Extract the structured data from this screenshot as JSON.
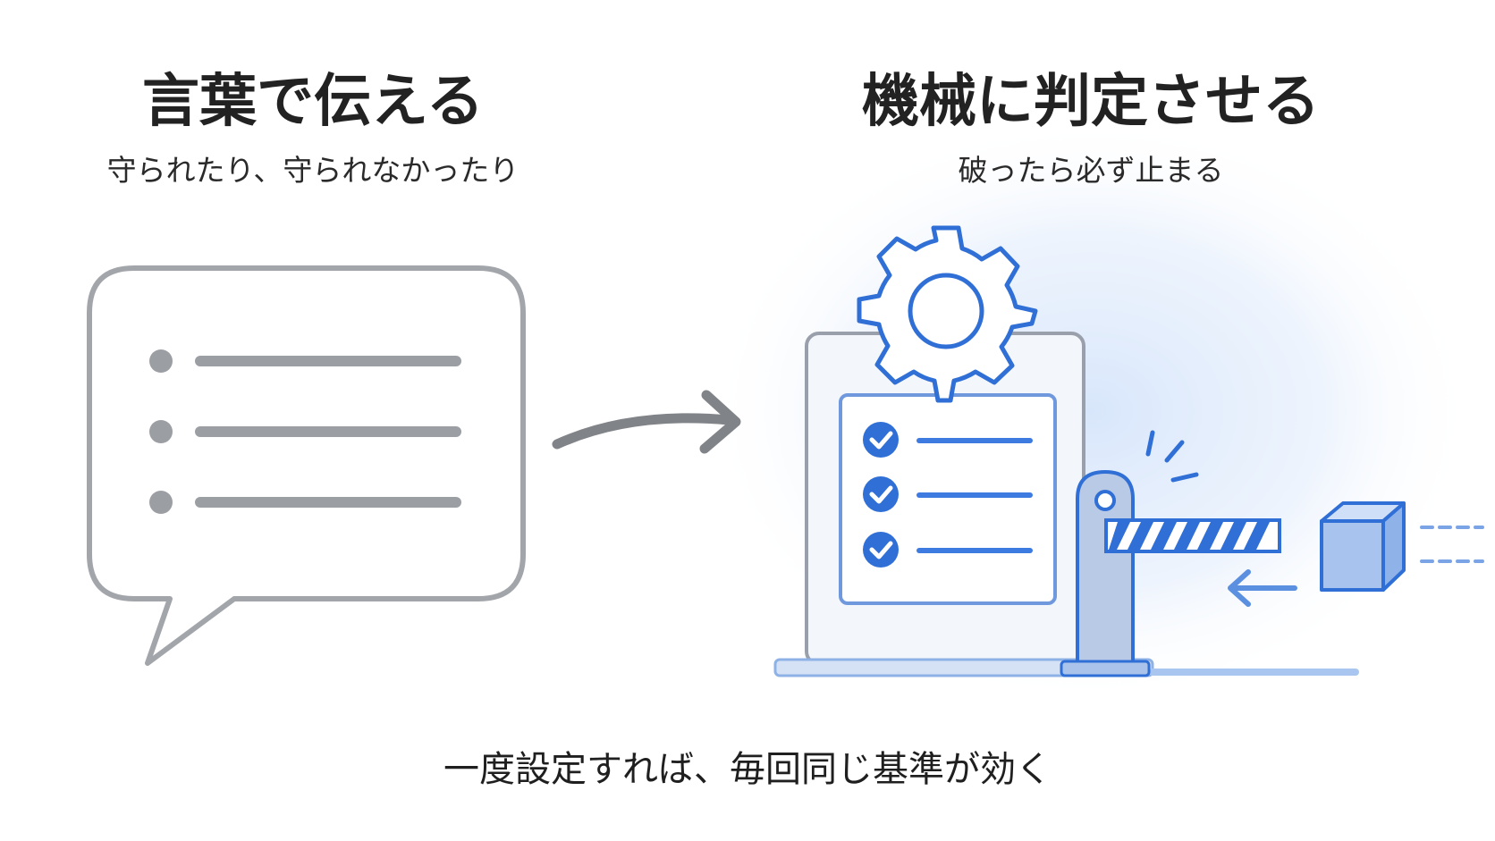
{
  "left": {
    "title": "言葉で伝える",
    "subtitle": "守られたり、守られなかったり",
    "bubble_icon": "speech-bubble-list-icon"
  },
  "right": {
    "title": "機械に判定させる",
    "subtitle": "破ったら必ず止まる",
    "icons": [
      "gear-icon",
      "checklist-icon",
      "barrier-gate-icon",
      "cube-icon"
    ]
  },
  "bottom": {
    "text": "一度設定すれば、毎回同じ基準が効く"
  },
  "colors": {
    "gray": "#9b9ea3",
    "blue": "#2f6fd6",
    "blue_dark": "#1f5fc8",
    "blue_light": "#c9d9f3",
    "glow": "#dfeafb"
  }
}
